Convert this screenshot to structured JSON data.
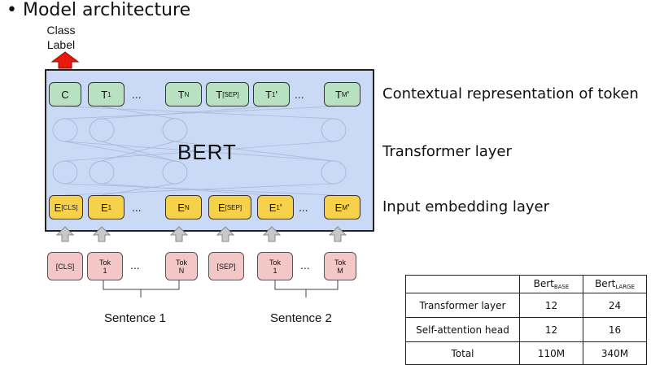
{
  "header": {
    "bullet": "•",
    "title": "Model architecture"
  },
  "output": {
    "label_line1": "Class",
    "label_line2": "Label"
  },
  "model": {
    "name": "BERT"
  },
  "top_tokens": [
    {
      "main": "C",
      "sub": ""
    },
    {
      "main": "T",
      "sub": "1"
    },
    {
      "main": "T",
      "sub": "N"
    },
    {
      "main": "T",
      "sub": "[SEP]"
    },
    {
      "main": "T",
      "sub": "1",
      "prime": "'"
    },
    {
      "main": "T",
      "sub": "M",
      "prime": "'"
    }
  ],
  "embeddings": [
    {
      "main": "E",
      "sub": "[CLS]"
    },
    {
      "main": "E",
      "sub": "1"
    },
    {
      "main": "E",
      "sub": "N"
    },
    {
      "main": "E",
      "sub": "[SEP]"
    },
    {
      "main": "E",
      "sub": "1",
      "prime": "'"
    },
    {
      "main": "E",
      "sub": "M",
      "prime": "'"
    }
  ],
  "inputs": [
    {
      "line1": "[CLS]",
      "line2": ""
    },
    {
      "line1": "Tok",
      "line2": "1"
    },
    {
      "line1": "Tok",
      "line2": "N"
    },
    {
      "line1": "[SEP]",
      "line2": ""
    },
    {
      "line1": "Tok",
      "line2": "1"
    },
    {
      "line1": "Tok",
      "line2": "M"
    }
  ],
  "ellipsis": "...",
  "layers": {
    "contextual": "Contextual representation of token",
    "transformer": "Transformer layer",
    "embedding": "Input embedding layer"
  },
  "sentences": {
    "s1": "Sentence 1",
    "s2": "Sentence 2"
  },
  "table": {
    "col_base_main": "Bert",
    "col_base_sub": "BASE",
    "col_large_main": "Bert",
    "col_large_sub": "LARGE",
    "rows": [
      {
        "label": "Transformer layer",
        "base": "12",
        "large": "24"
      },
      {
        "label": "Self-attention head",
        "base": "12",
        "large": "16"
      },
      {
        "label": "Total",
        "base": "110M",
        "large": "340M"
      }
    ]
  },
  "colors": {
    "bert_bg": "#c9d9f6",
    "token_green": "#b7e1c0",
    "embed_yellow": "#f8d14b",
    "input_pink": "#f4c7c7",
    "output_arrow": "#e8180c",
    "input_arrow": "#c8c8c8"
  }
}
